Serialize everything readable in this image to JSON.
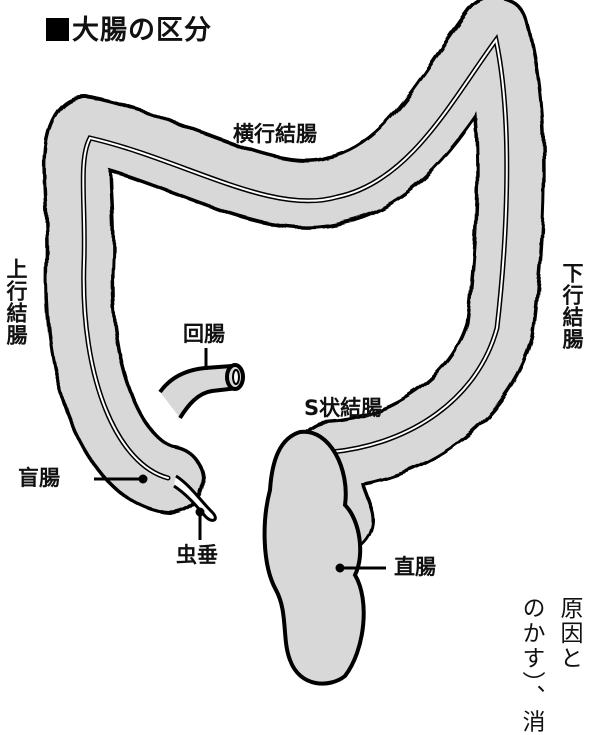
{
  "title": "大腸の区分",
  "labels": {
    "transverse": "横行結腸",
    "ascending": "上行結腸",
    "descending": "下行結腸",
    "ileum": "回腸",
    "sigmoid": "S状結腸",
    "cecum": "盲腸",
    "appendix": "虫垂",
    "rectum": "直腸"
  },
  "side_text": {
    "col1": "原因と",
    "col2": "のかす）、消"
  },
  "colors": {
    "organ_fill": "#d8d8d8",
    "outline": "#000000",
    "background": "#ffffff"
  }
}
